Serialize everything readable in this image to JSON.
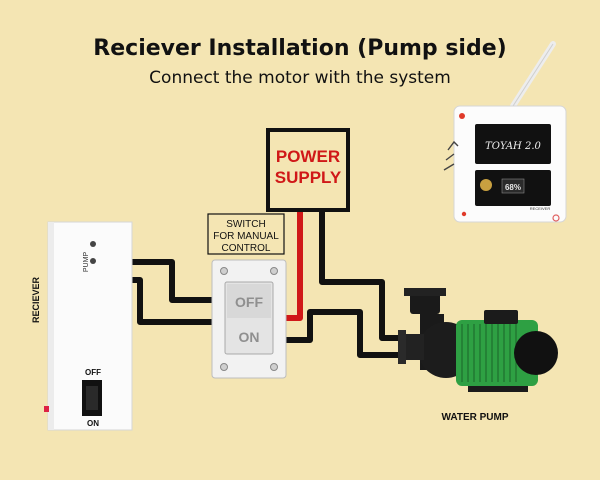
{
  "title": "Reciever Installation (Pump side)",
  "subtitle": "Connect the motor with the system",
  "power_supply": {
    "line1": "POWER",
    "line2": "SUPPLY"
  },
  "switch_label": {
    "line1": "SWITCH",
    "line2": "FOR MANUAL",
    "line3": "CONTROL"
  },
  "switch_states": {
    "off": "OFF",
    "on": "ON"
  },
  "receiver": {
    "side_label": "RECIEVER",
    "port_label": "PUMP",
    "off": "OFF",
    "on": "ON"
  },
  "controller": {
    "brand": "TOYAH 2.0",
    "level": "68%",
    "tag": "RECEIVER"
  },
  "pump_label": "WATER PUMP",
  "colors": {
    "background": "#f4e5b3",
    "wire": "#111111",
    "live_wire": "#d01818",
    "power_text": "#d01818",
    "pump_body": "#2ea043"
  }
}
